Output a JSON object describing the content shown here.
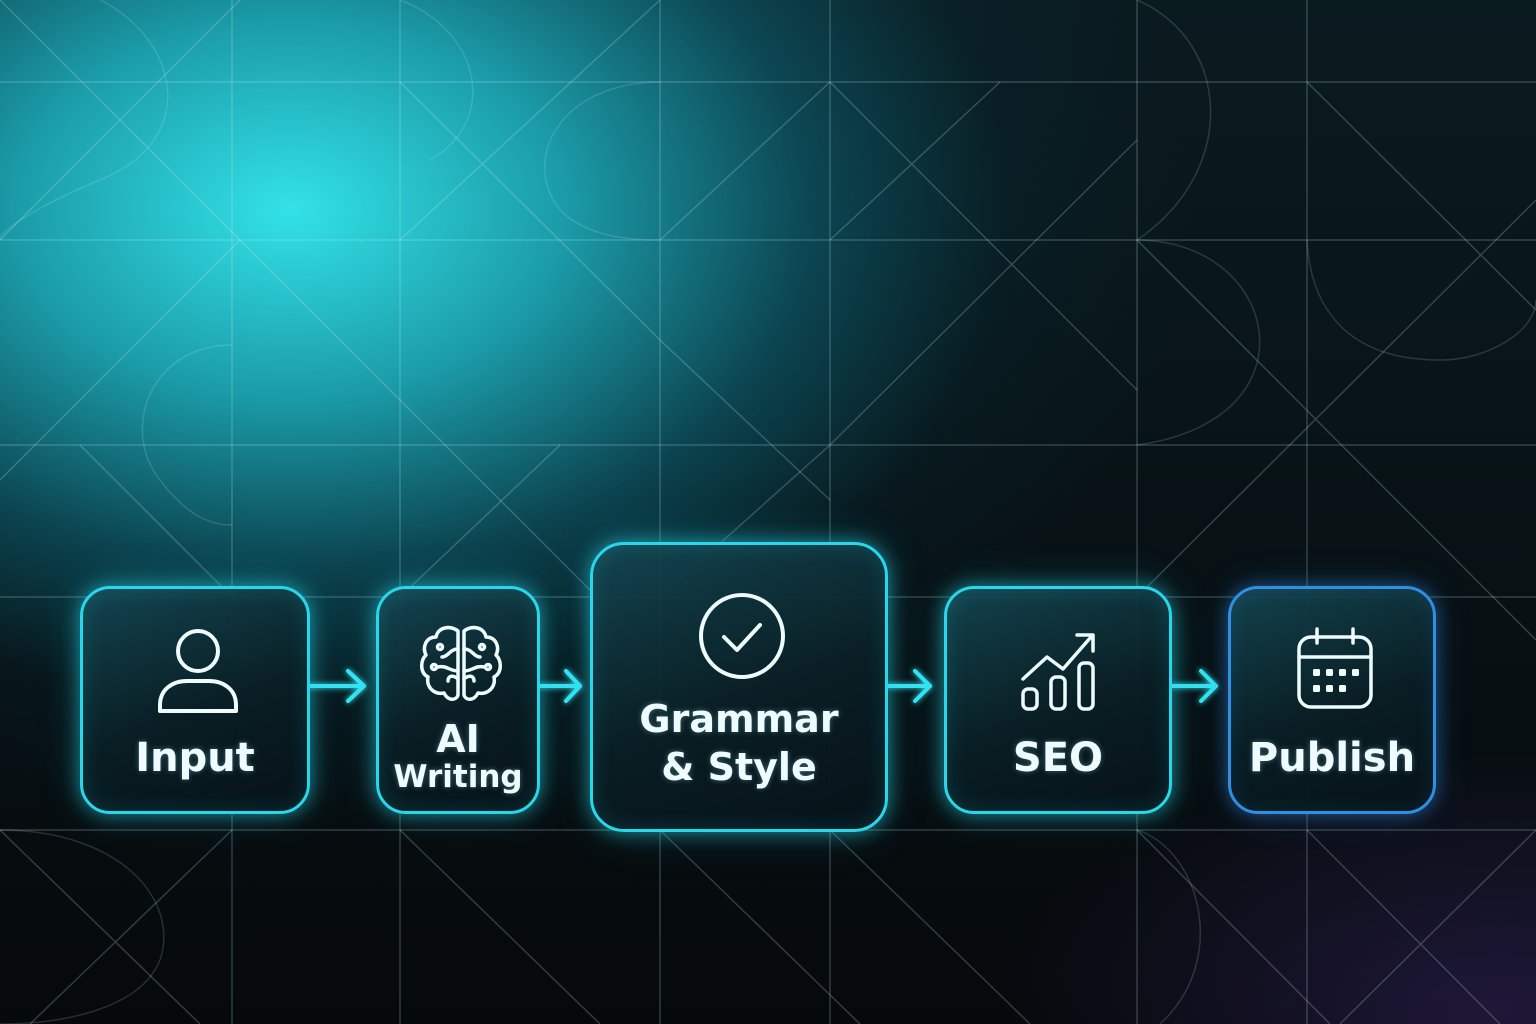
{
  "colors": {
    "glow_cyan": "#28d7ea",
    "accent_blue": "#2f8fe0",
    "text": "#eefbff",
    "background_dark": "#070a0c"
  },
  "pipeline": {
    "steps": [
      {
        "label": "Input",
        "icon": "user-icon"
      },
      {
        "label_line1": "AI",
        "label_line2": "Writing",
        "icon": "brain-icon"
      },
      {
        "label_line1": "Grammar",
        "label_line2": "& Style",
        "icon": "check-circle-icon"
      },
      {
        "label": "SEO",
        "icon": "growth-chart-icon"
      },
      {
        "label": "Publish",
        "icon": "calendar-icon"
      }
    ],
    "connectors": [
      "arrow-right-icon",
      "arrow-right-icon",
      "arrow-right-icon",
      "arrow-right-icon"
    ]
  }
}
